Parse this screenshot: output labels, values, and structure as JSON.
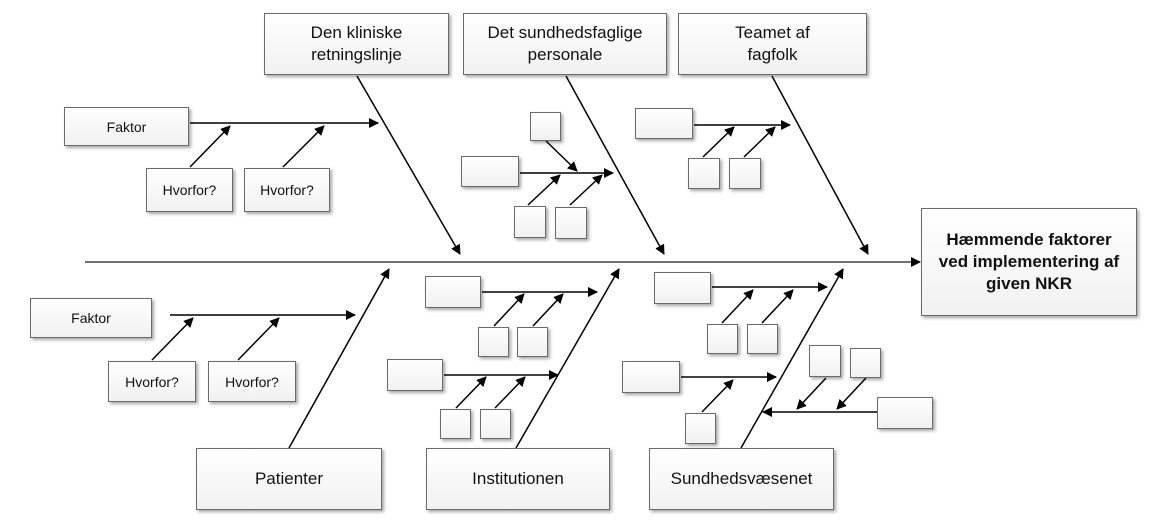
{
  "effect": {
    "title": "Hæmmende faktorer ved implementering af given NKR"
  },
  "categories": {
    "top_1": "Den kliniske retningslinje",
    "top_2": "Det sundhedsfaglige personale",
    "top_3": "Teamet af fagfolk",
    "bottom_1": "Patienter",
    "bottom_2": "Institutionen",
    "bottom_3": "Sundhedsvæsenet"
  },
  "examples": {
    "factor_label": "Faktor",
    "why_label": "Hvorfor?"
  }
}
